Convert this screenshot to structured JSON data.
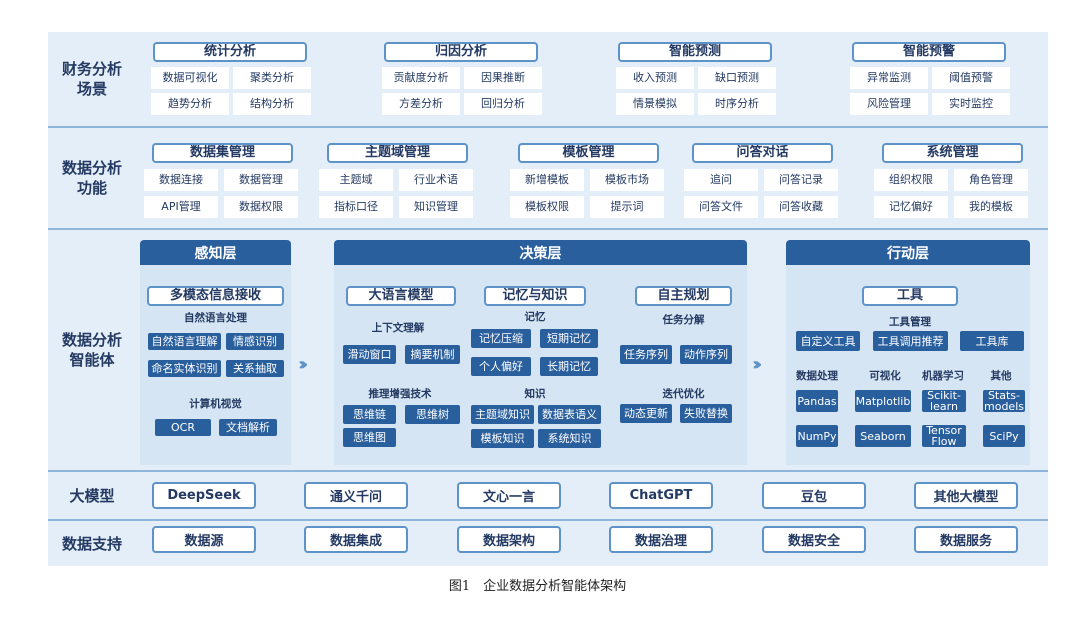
{
  "rows": {
    "finance": "财务分析\n场景",
    "functions": "数据分析\n功能",
    "agent": "数据分析\n智能体",
    "llm": "大模型",
    "support": "数据支持"
  },
  "finance_groups": [
    {
      "title": "统计分析",
      "items": [
        "数据可视化",
        "聚类分析",
        "趋势分析",
        "结构分析"
      ]
    },
    {
      "title": "归因分析",
      "items": [
        "贡献度分析",
        "因果推断",
        "方差分析",
        "回归分析"
      ]
    },
    {
      "title": "智能预测",
      "items": [
        "收入预测",
        "缺口预测",
        "情景模拟",
        "时序分析"
      ]
    },
    {
      "title": "智能预警",
      "items": [
        "异常监测",
        "阈值预警",
        "风险管理",
        "实时监控"
      ]
    }
  ],
  "function_groups": [
    {
      "title": "数据集管理",
      "items": [
        "数据连接",
        "数据管理",
        "API管理",
        "数据权限"
      ]
    },
    {
      "title": "主题域管理",
      "items": [
        "主题域",
        "行业术语",
        "指标口径",
        "知识管理"
      ]
    },
    {
      "title": "模板管理",
      "items": [
        "新增模板",
        "模板市场",
        "模板权限",
        "提示词"
      ]
    },
    {
      "title": "问答对话",
      "items": [
        "追问",
        "问答记录",
        "问答文件",
        "问答收藏"
      ]
    },
    {
      "title": "系统管理",
      "items": [
        "组织权限",
        "角色管理",
        "记忆偏好",
        "我的模板"
      ]
    }
  ],
  "perception": {
    "header": "感知层",
    "module": "多模态信息接收",
    "nlp_title": "自然语言处理",
    "nlp_items": [
      "自然语言理解",
      "情感识别",
      "命名实体识别",
      "关系抽取"
    ],
    "cv_title": "计算机视觉",
    "cv_items": [
      "OCR",
      "文档解析"
    ]
  },
  "decision": {
    "header": "决策层",
    "llm_module": "大语言模型",
    "context_title": "上下文理解",
    "context_items": [
      "滑动窗口",
      "摘要机制"
    ],
    "reasoning_title": "推理增强技术",
    "reasoning_items": [
      "思维链",
      "思维树",
      "思维图"
    ],
    "memory_module": "记忆与知识",
    "memory_title": "记忆",
    "memory_items": [
      "记忆压缩",
      "短期记忆",
      "个人偏好",
      "长期记忆"
    ],
    "knowledge_title": "知识",
    "knowledge_items": [
      "主题域知识",
      "数据表语义",
      "模板知识",
      "系统知识"
    ],
    "planning_module": "自主规划",
    "task_title": "任务分解",
    "task_items": [
      "任务序列",
      "动作序列"
    ],
    "iter_title": "迭代优化",
    "iter_items": [
      "动态更新",
      "失败替换"
    ]
  },
  "action": {
    "header": "行动层",
    "module": "工具",
    "tool_mgmt_title": "工具管理",
    "tool_mgmt_items": [
      "自定义工具",
      "工具调用推荐",
      "工具库"
    ],
    "categories": [
      "数据处理",
      "可视化",
      "机器学习",
      "其他"
    ],
    "libs": [
      "Pandas",
      "Matplotlib",
      "Scikit-\nlearn",
      "Stats-\nmodels",
      "NumPy",
      "Seaborn",
      "Tensor\nFlow",
      "SciPy"
    ]
  },
  "llms": [
    "DeepSeek",
    "通义千问",
    "文心一言",
    "ChatGPT",
    "豆包",
    "其他大模型"
  ],
  "support": [
    "数据源",
    "数据集成",
    "数据架构",
    "数据治理",
    "数据安全",
    "数据服务"
  ],
  "arrow_glyph": "›››",
  "caption": "图1　企业数据分析智能体架构"
}
